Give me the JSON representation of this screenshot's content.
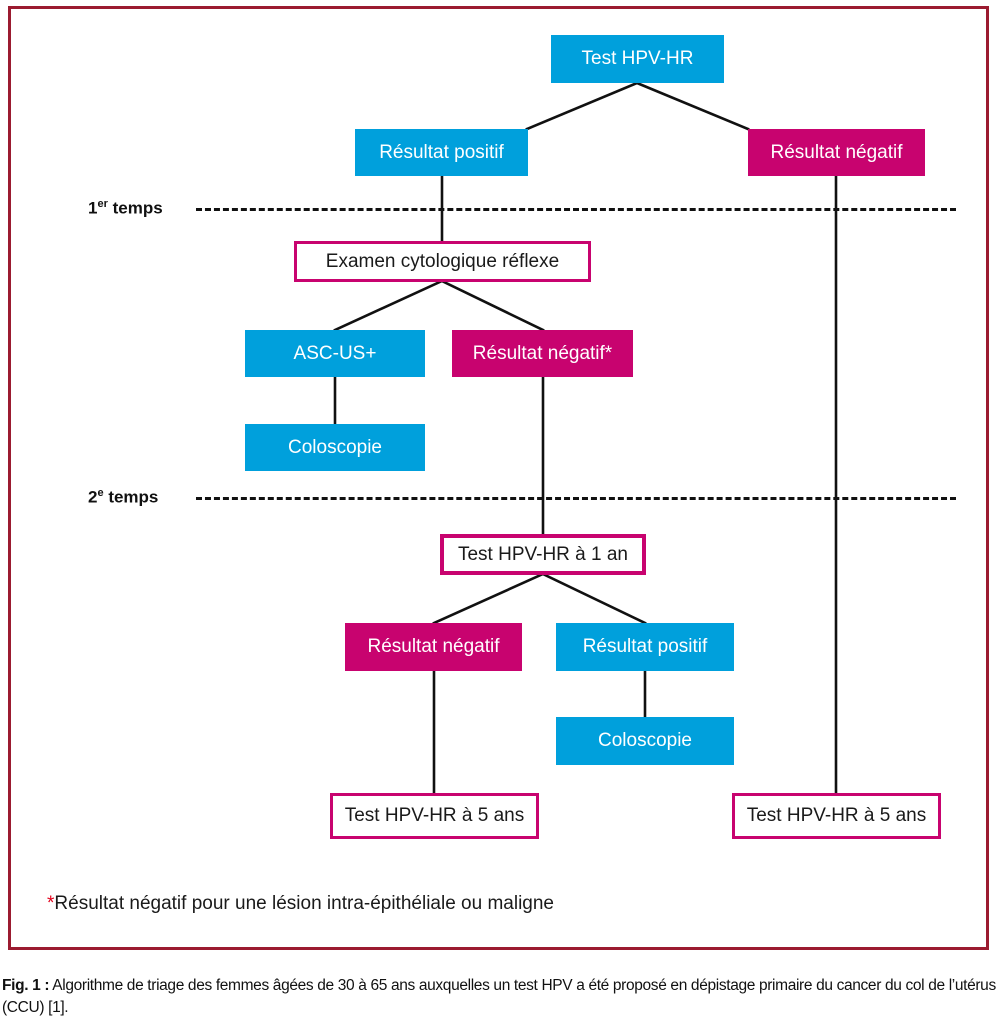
{
  "figure": {
    "frame_color": "#9B1B30",
    "palette": {
      "blue": "#00A0DC",
      "magenta": "#C8036F",
      "outline_border": "#C8036F",
      "text_dark": "#1a1a1a",
      "asterisk_red": "#E2001A"
    },
    "nodes": [
      {
        "id": "root",
        "label": "Test HPV-HR",
        "style": "blue"
      },
      {
        "id": "pos1",
        "label": "Résultat positif",
        "style": "blue"
      },
      {
        "id": "neg1",
        "label": "Résultat négatif",
        "style": "magenta"
      },
      {
        "id": "cyto",
        "label": "Examen cytologique réflexe",
        "style": "outline"
      },
      {
        "id": "ascus",
        "label": "ASC-US+",
        "style": "blue"
      },
      {
        "id": "neg2",
        "label": "Résultat négatif*",
        "style": "magenta"
      },
      {
        "id": "colpo1",
        "label": "Coloscopie",
        "style": "blue"
      },
      {
        "id": "hpv1an",
        "label": "Test HPV-HR à 1 an",
        "style": "outline"
      },
      {
        "id": "neg3",
        "label": "Résultat négatif",
        "style": "magenta"
      },
      {
        "id": "pos3",
        "label": "Résultat positif",
        "style": "blue"
      },
      {
        "id": "colpo2",
        "label": "Coloscopie",
        "style": "blue"
      },
      {
        "id": "hpv5ans_left",
        "label": "Test HPV-HR à 5 ans",
        "style": "outline"
      },
      {
        "id": "hpv5ans_right",
        "label": "Test HPV-HR à 5 ans",
        "style": "outline"
      }
    ],
    "phases": [
      {
        "id": "phase1",
        "number": "1",
        "ordinal": "er",
        "label": " temps"
      },
      {
        "id": "phase2",
        "number": "2",
        "ordinal": "e",
        "label": " temps"
      }
    ],
    "footnote": {
      "marker": "*",
      "text": "Résultat négatif pour une lésion intra-épithéliale ou maligne"
    }
  },
  "caption": {
    "figure_number": "Fig. 1 :",
    "text": " Algorithme de triage des femmes âgées de 30 à 65 ans auxquelles un test HPV a été proposé en dépistage primaire du cancer du col de l’utérus (CCU) [1]."
  }
}
